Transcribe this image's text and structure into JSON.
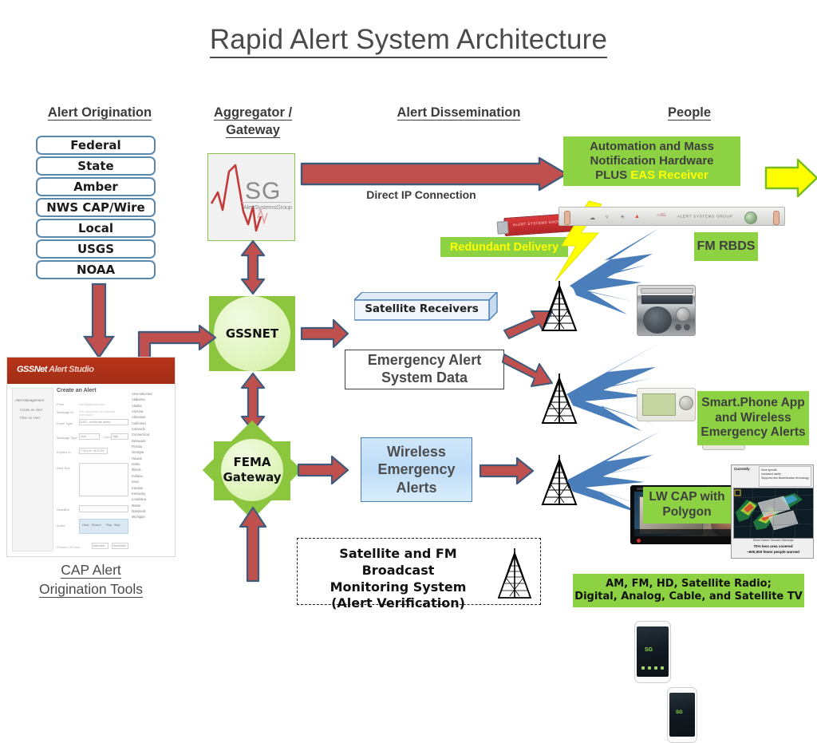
{
  "title": "Rapid Alert System Architecture",
  "columns": {
    "origination": "Alert Origination",
    "aggregator_line1": "Aggregator /",
    "aggregator_line2": "Gateway",
    "dissemination": "Alert Dissemination",
    "people": "People"
  },
  "origination_sources": [
    {
      "label": "Federal"
    },
    {
      "label": "State"
    },
    {
      "label": "Amber"
    },
    {
      "label": "NWS CAP/Wire"
    },
    {
      "label": "Local"
    },
    {
      "label": "USGS"
    },
    {
      "label": "NOAA"
    }
  ],
  "aggregator": {
    "logo_mark": "SG",
    "logo_sub": "AlertSystemsGroup",
    "gssnet": "GSSNET",
    "fema_line1": "FEMA",
    "fema_line2": "Gateway"
  },
  "cap_tools": {
    "app_brand_1": "GSSNet",
    "app_brand_2": "Alert Studio",
    "form_title": "Create an Alert",
    "caption_line1": "CAP Alert",
    "caption_line2": "Origination Tools",
    "sidebar_items": [
      "Alert Management",
      "Create an Alert",
      "Filter an Alert"
    ],
    "field_labels": [
      "From",
      "Message ID",
      "Event Type",
      "Message Type",
      "Urgency",
      "Expires In",
      "Alert Text",
      "Headline",
      "Audio"
    ],
    "field_values": [
      "alert@gssnet.com",
      "Auto-generated on message submission",
      "EAS - moderate alerts",
      "Alert",
      "High",
      "7:15 p.m. 11/11/14"
    ],
    "buttons": [
      "Clear",
      "Record",
      "Play",
      "Stop",
      "New Alert",
      "Send Alert"
    ],
    "preview_link": "Preview CAP Alert"
  },
  "dissemination": {
    "direct_ip": "Direct IP Connection",
    "redundant_delivery": "Redundant Delivery",
    "satellite_receivers": "Satellite Receivers",
    "eas_data_line1": "Emergency Alert",
    "eas_data_line2": "System  Data",
    "wea_line1": "Wireless",
    "wea_line2": "Emergency",
    "wea_line3": "Alerts",
    "monitoring_line1": "Satellite and FM Broadcast",
    "monitoring_line2": "Monitoring System",
    "monitoring_line3": "(Alert Verification)"
  },
  "people": {
    "automation_line1": "Automation and Mass",
    "automation_line2": "Notification Hardware",
    "automation_line3_prefix": "PLUS ",
    "automation_line3_highlight": "EAS Receiver",
    "rack_brand": "ALERT SYSTEMS GROUP",
    "fm_rbds": "FM RBDS",
    "smartphone_line1": "Smart.Phone App",
    "smartphone_line2": "and Wireless",
    "smartphone_line3": "Emergency Alerts",
    "lwcap_line1": "LW CAP with",
    "lwcap_line2": "Polygon",
    "broadcast_line1": "AM, FM, HD, Satellite Radio;",
    "broadcast_line2": "Digital, Analog, Cable, and Satellite TV",
    "radar_caption_line1": "Storm Based Tornado Warnings",
    "radar_caption_line2": "70% less area covered",
    "radar_caption_line3": "~600,000 fewer people warned",
    "radar_legend_title": "Currently",
    "radar_legend_items": [
      "More specific",
      "Increased clarity",
      "Supports new dissemination technology"
    ]
  },
  "colors": {
    "accent_green": "#8cd243",
    "node_green": "#8cc63e",
    "arrow_red": "#c0504d",
    "arrow_outline": "#3f5a7a",
    "highlight_yellow": "#ffff00",
    "pill_border": "#5b89ad",
    "wave_blue": "#4a7ebb",
    "cap_bar_red": "#b8341a",
    "title_gray": "#4a4a4a"
  }
}
